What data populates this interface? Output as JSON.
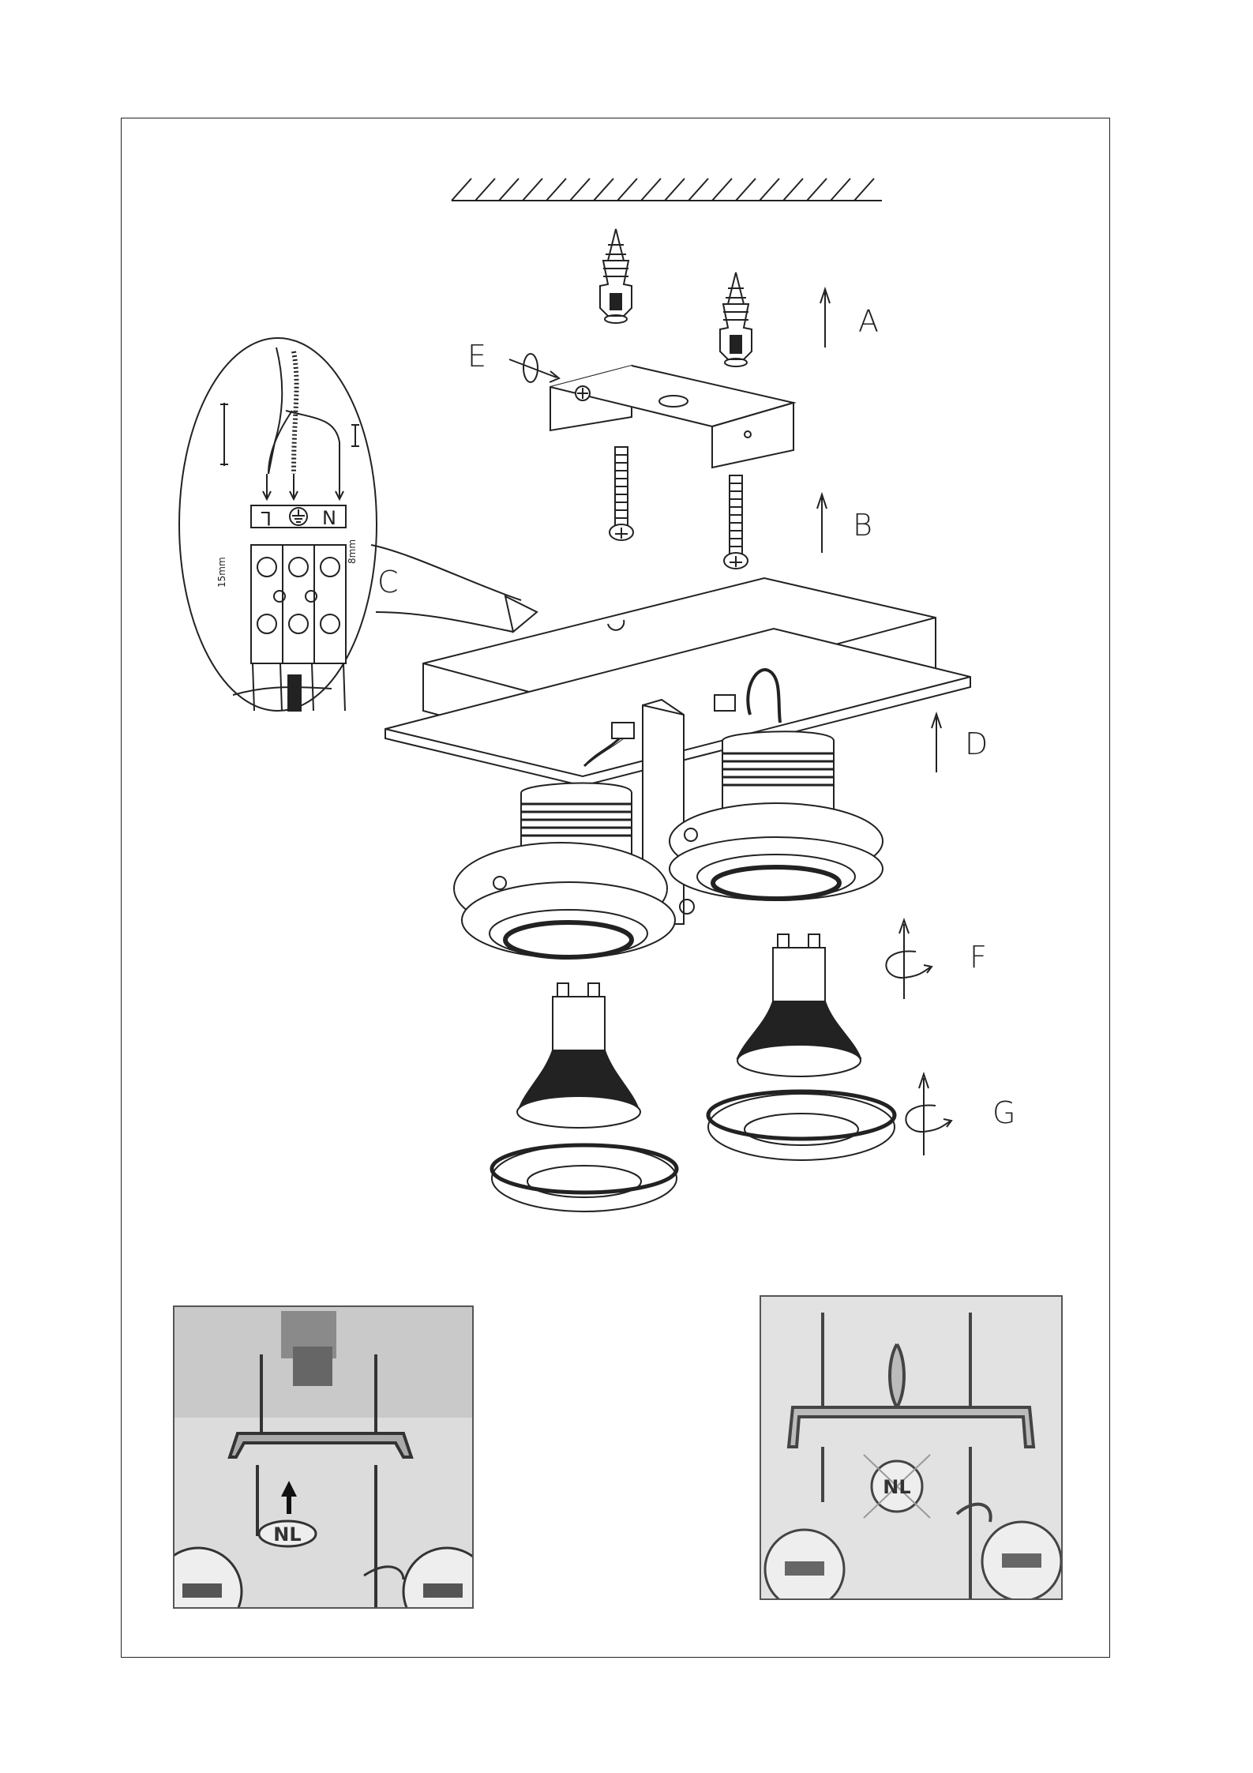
{
  "labels": {
    "A": "A",
    "B": "B",
    "C": "C",
    "D": "D",
    "E": "E",
    "F": "F",
    "G": "G"
  },
  "terminal": {
    "L": "L",
    "N": "N",
    "ground_symbol": "earth-ground-icon"
  },
  "dimensions": {
    "strip_long": "15mm",
    "strip_short": "8mm"
  },
  "photos": {
    "left_badge": "NL",
    "right_badge": "NL"
  }
}
